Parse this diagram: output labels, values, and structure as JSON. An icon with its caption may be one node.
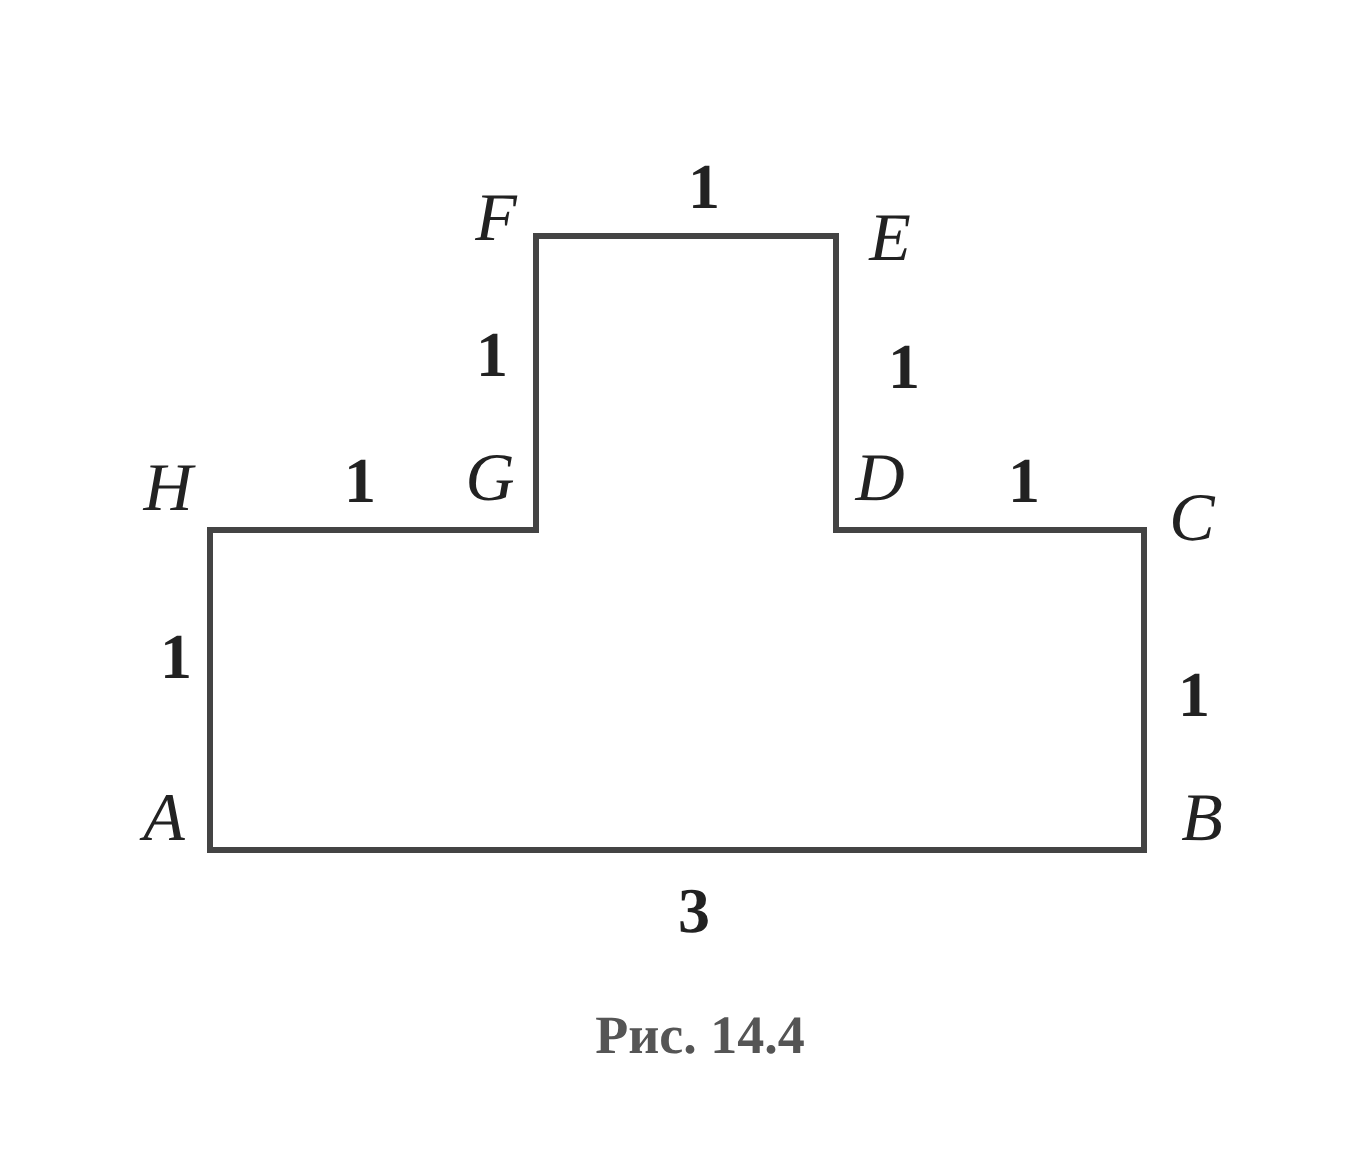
{
  "diagram": {
    "caption": "Рис. 14.4",
    "labels": [
      "1",
      "F",
      "E",
      "1",
      "1",
      "H",
      "1",
      "G",
      "D",
      "1",
      "C",
      "1",
      "1",
      "A",
      "B",
      "3"
    ]
  }
}
